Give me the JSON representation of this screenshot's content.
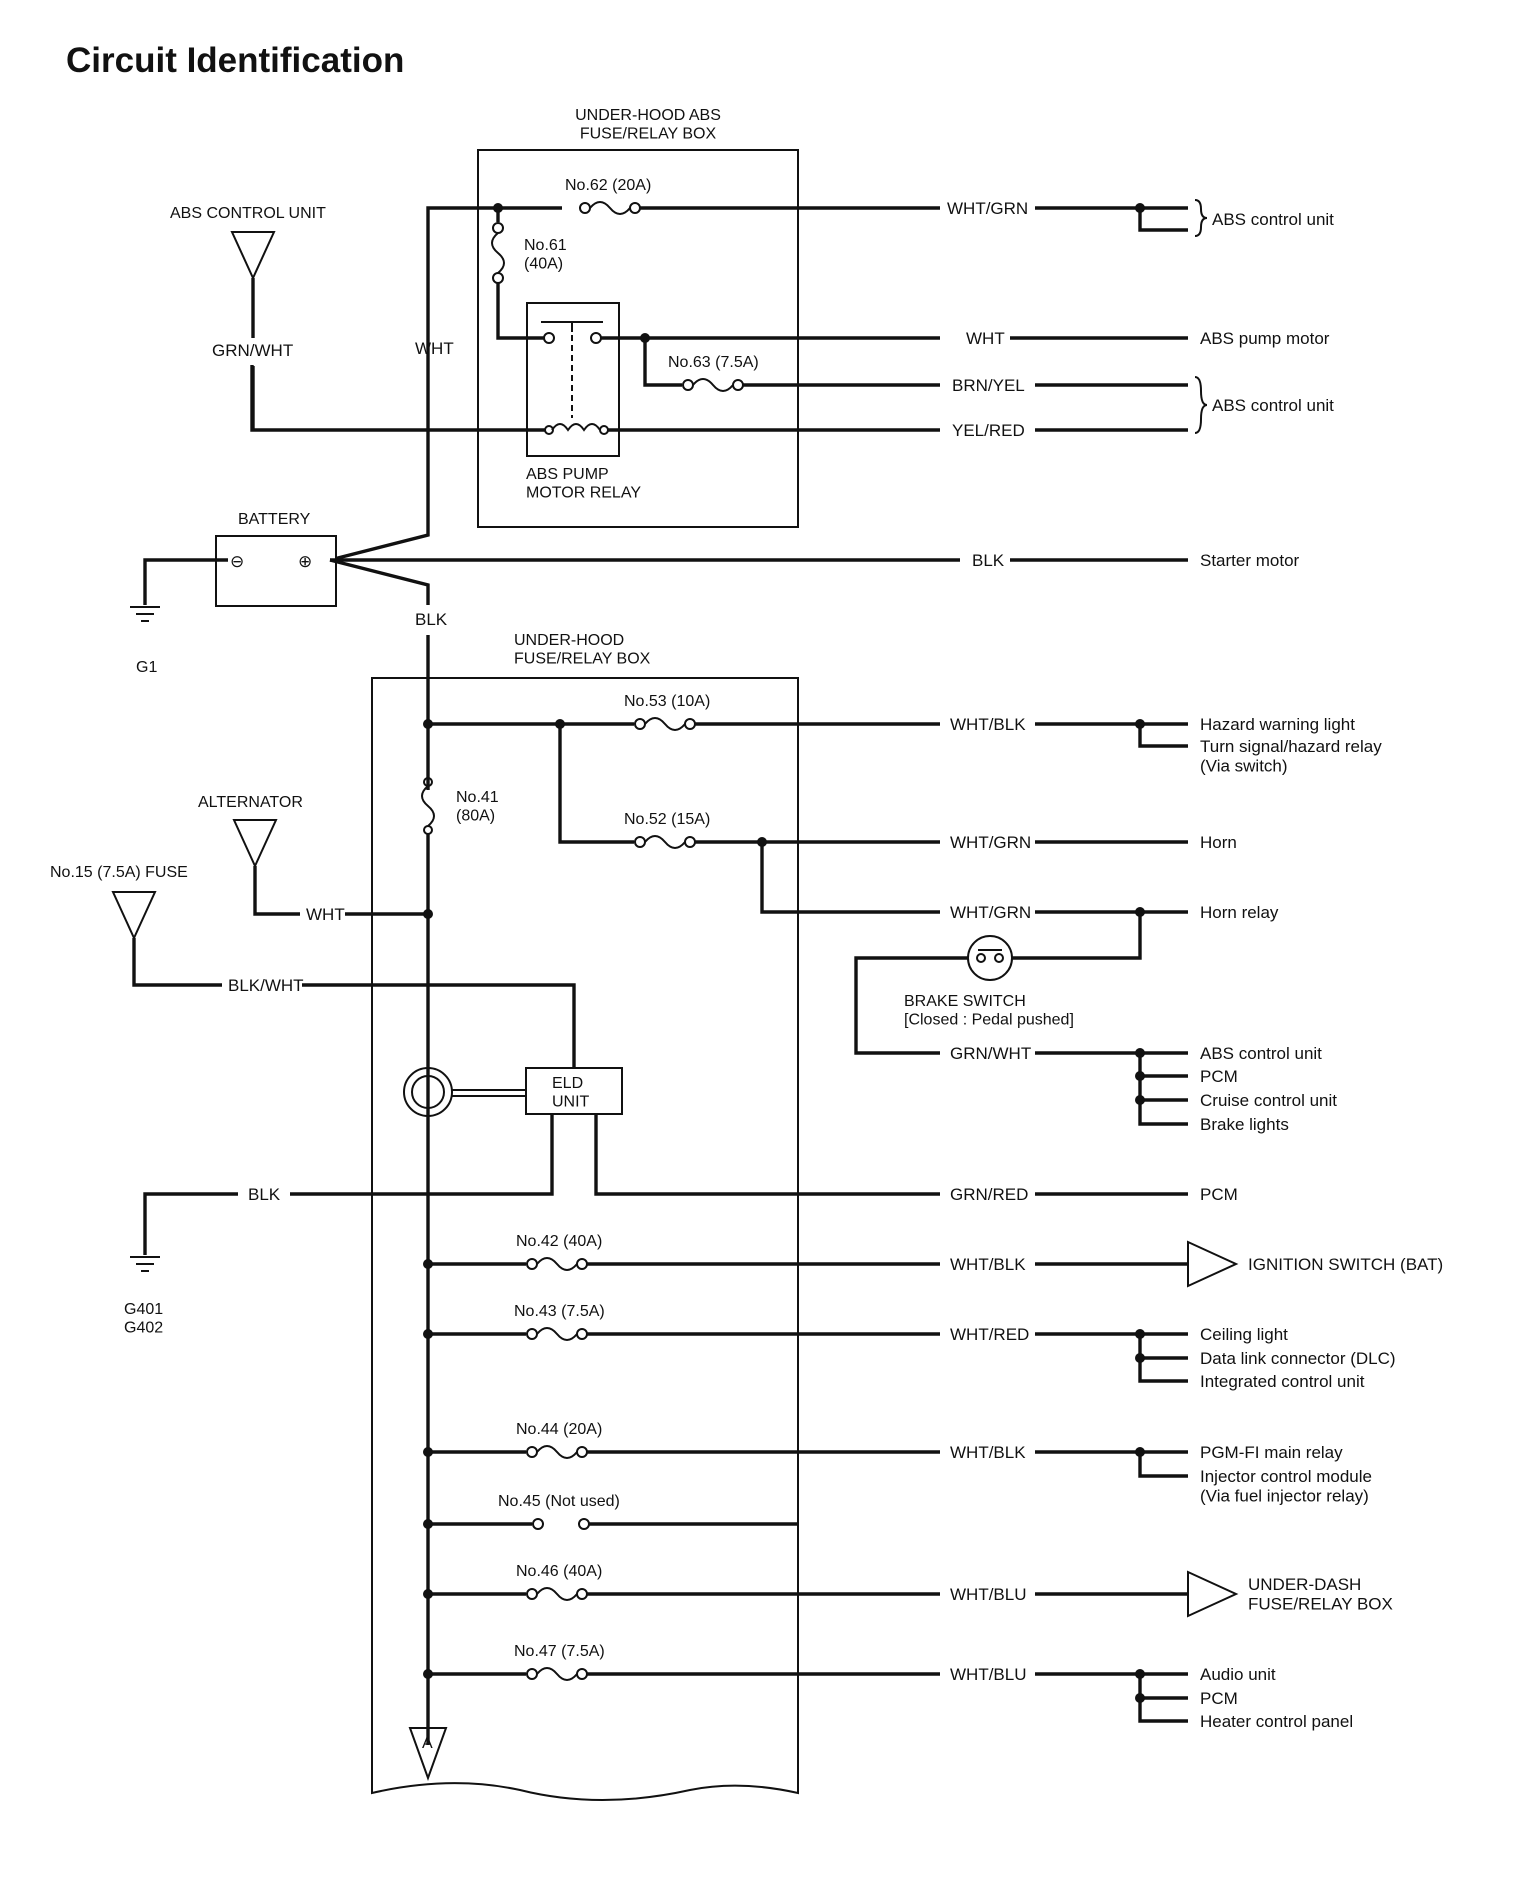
{
  "title": "Circuit Identification",
  "boxes": {
    "abs_box": "UNDER-HOOD ABS\nFUSE/RELAY BOX",
    "main_box": "UNDER-HOOD\nFUSE/RELAY BOX",
    "pump_relay": "ABS PUMP\nMOTOR RELAY",
    "eld": "ELD\nUNIT"
  },
  "components": {
    "abs_control_unit": "ABS CONTROL UNIT",
    "battery": "BATTERY",
    "battery_neg": "⊖",
    "battery_pos": "⊕",
    "alternator": "ALTERNATOR",
    "fuse15": "No.15 (7.5A) FUSE",
    "brake_switch": "BRAKE SWITCH\n[Closed : Pedal pushed]",
    "ground_g1": "G1",
    "ground_g401": "G401\nG402",
    "connector_a": "A"
  },
  "fuses": {
    "f62": "No.62 (20A)",
    "f61": "No.61\n(40A)",
    "f63": "No.63 (7.5A)",
    "f53": "No.53 (10A)",
    "f52": "No.52 (15A)",
    "f41": "No.41\n(80A)",
    "f42": "No.42 (40A)",
    "f43": "No.43 (7.5A)",
    "f44": "No.44 (20A)",
    "f45": "No.45 (Not used)",
    "f46": "No.46 (40A)",
    "f47": "No.47 (7.5A)"
  },
  "wires": {
    "grn_wht_abs": "GRN/WHT",
    "wht_main": "WHT",
    "blk_main": "BLK",
    "alt_wht": "WHT",
    "blk_wht": "BLK/WHT",
    "blk_gnd": "BLK",
    "r1": "WHT/GRN",
    "r2": "WHT",
    "r3": "BRN/YEL",
    "r4": "YEL/RED",
    "r5": "BLK",
    "r6": "WHT/BLK",
    "r7": "WHT/GRN",
    "r8": "WHT/GRN",
    "r9": "GRN/WHT",
    "r10": "GRN/RED",
    "r11": "WHT/BLK",
    "r12": "WHT/RED",
    "r13": "WHT/BLK",
    "r14": "WHT/BLU",
    "r15": "WHT/BLU"
  },
  "destinations": {
    "d1": "ABS control unit",
    "d2": "ABS pump motor",
    "d3": "ABS control unit",
    "d4": "Starter motor",
    "d5a": "Hazard warning light",
    "d5b": "Turn signal/hazard relay\n(Via switch)",
    "d6": "Horn",
    "d7": "Horn relay",
    "d8a": "ABS control unit",
    "d8b": "PCM",
    "d8c": "Cruise control unit",
    "d8d": "Brake lights",
    "d9": "PCM",
    "d10": "IGNITION SWITCH (BAT)",
    "d11a": "Ceiling light",
    "d11b": "Data link connector (DLC)",
    "d11c": "Integrated control unit",
    "d12a": "PGM-FI main relay",
    "d12b": "Injector control module\n(Via fuel injector relay)",
    "d13": "UNDER-DASH\nFUSE/RELAY BOX",
    "d14a": "Audio unit",
    "d14b": "PCM",
    "d14c": "Heater control panel"
  }
}
